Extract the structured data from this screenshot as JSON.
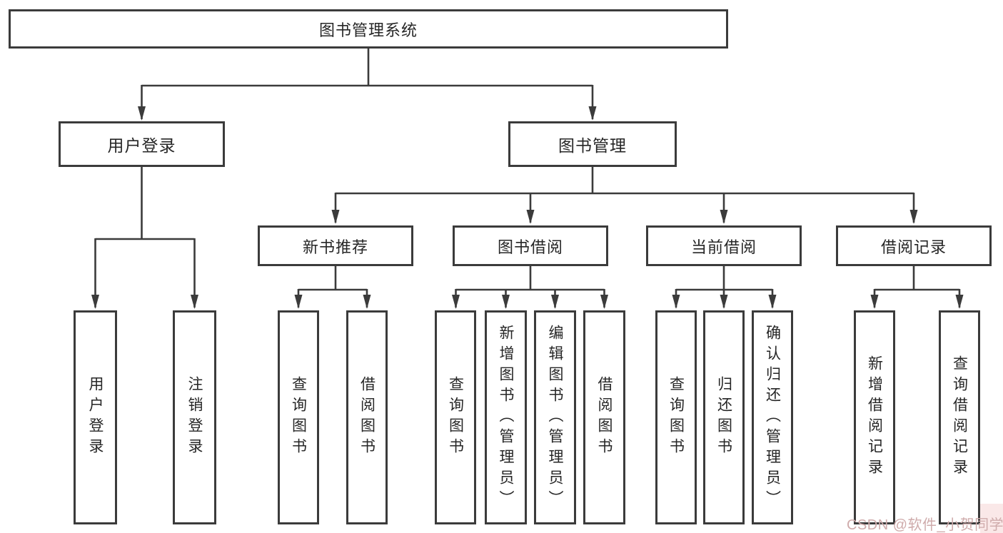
{
  "colors": {
    "line": "#3b3b3b",
    "box_border": "#3b3b3b",
    "text": "#262626",
    "watermark": "#cfabab",
    "background": "#ffffff"
  },
  "watermark": {
    "text": "CSDN @软件_小贺同学"
  },
  "diagram": {
    "type": "hierarchy-tree",
    "root": {
      "label": "图书管理系统"
    },
    "level2": [
      {
        "label": "用户登录"
      },
      {
        "label": "图书管理"
      }
    ],
    "level3": [
      {
        "label": "新书推荐",
        "parent": "图书管理"
      },
      {
        "label": "图书借阅",
        "parent": "图书管理"
      },
      {
        "label": "当前借阅",
        "parent": "图书管理"
      },
      {
        "label": "借阅记录",
        "parent": "图书管理"
      }
    ],
    "leaves": [
      {
        "label": "用户登录",
        "parent": "用户登录"
      },
      {
        "label": "注销登录",
        "parent": "用户登录"
      },
      {
        "label": "查询图书",
        "parent": "新书推荐"
      },
      {
        "label": "借阅图书",
        "parent": "新书推荐"
      },
      {
        "label": "查询图书",
        "parent": "图书借阅"
      },
      {
        "label": "新增图书（管理员）",
        "parent": "图书借阅"
      },
      {
        "label": "编辑图书（管理员）",
        "parent": "图书借阅"
      },
      {
        "label": "借阅图书",
        "parent": "图书借阅"
      },
      {
        "label": "查询图书",
        "parent": "当前借阅"
      },
      {
        "label": "归还图书",
        "parent": "当前借阅"
      },
      {
        "label": "确认归还（管理员）",
        "parent": "当前借阅"
      },
      {
        "label": "新增借阅记录",
        "parent": "借阅记录"
      },
      {
        "label": "查询借阅记录",
        "parent": "借阅记录"
      }
    ]
  }
}
